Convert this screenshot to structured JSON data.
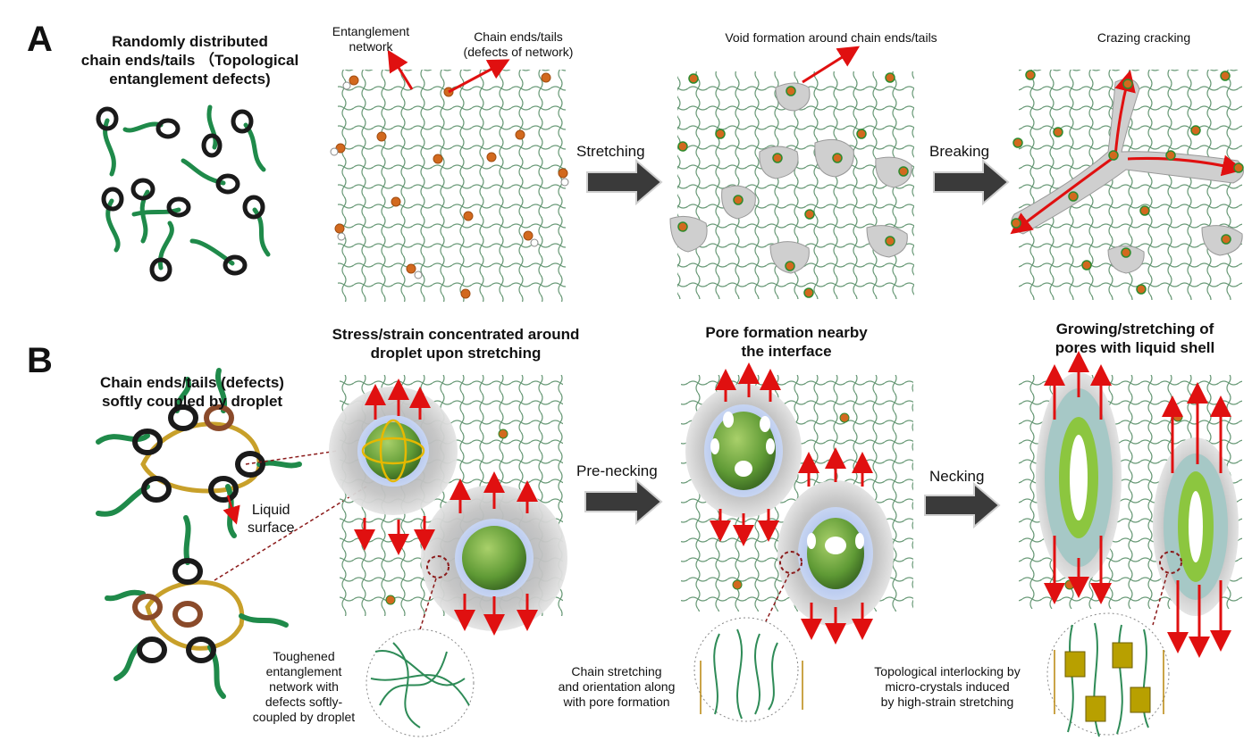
{
  "panel_a": {
    "letter": "A",
    "title_line1": "Randomly distributed",
    "title_line2": "chain ends/tails （Topological",
    "title_line3": "entanglement defects)",
    "label_network_1": "Entanglement",
    "label_network_2": "network",
    "label_ends_1": "Chain ends/tails",
    "label_ends_2": "(defects of network)",
    "label_void": "Void formation around chain ends/tails",
    "label_crazing": "Crazing cracking",
    "step_stretching": "Stretching",
    "step_breaking": "Breaking"
  },
  "panel_b": {
    "letter": "B",
    "title_line1": "Chain ends/tails  (defects)",
    "title_line2": "softly coupled by droplet",
    "liquid_1": "Liquid",
    "liquid_2": "surface",
    "stress_1": "Stress/strain concentrated around",
    "stress_2": "droplet upon stretching",
    "pore_1": "Pore formation nearby",
    "pore_2": "the interface",
    "grow_1": "Growing/stretching of",
    "grow_2": "pores with liquid shell",
    "step_prenecking": "Pre-necking",
    "step_necking": "Necking",
    "tough_1": "Toughened",
    "tough_2": "entanglement",
    "tough_3": "network with",
    "tough_4": "defects softly-",
    "tough_5": "coupled by droplet",
    "chain_1": "Chain stretching",
    "chain_2": "and orientation along",
    "chain_3": "with pore formation",
    "topo_1": "Topological interlocking by",
    "topo_2": "micro-crystals induced",
    "topo_3": "by high-strain stretching"
  },
  "colors": {
    "network": "#6a9a78",
    "defect": "#d2691e",
    "defect_core": "#2e8b2e",
    "arrow_red": "#e01010",
    "block_arrow": "#3a3a3a",
    "droplet": "#6aa84f",
    "halo": "#b0b0b0"
  }
}
